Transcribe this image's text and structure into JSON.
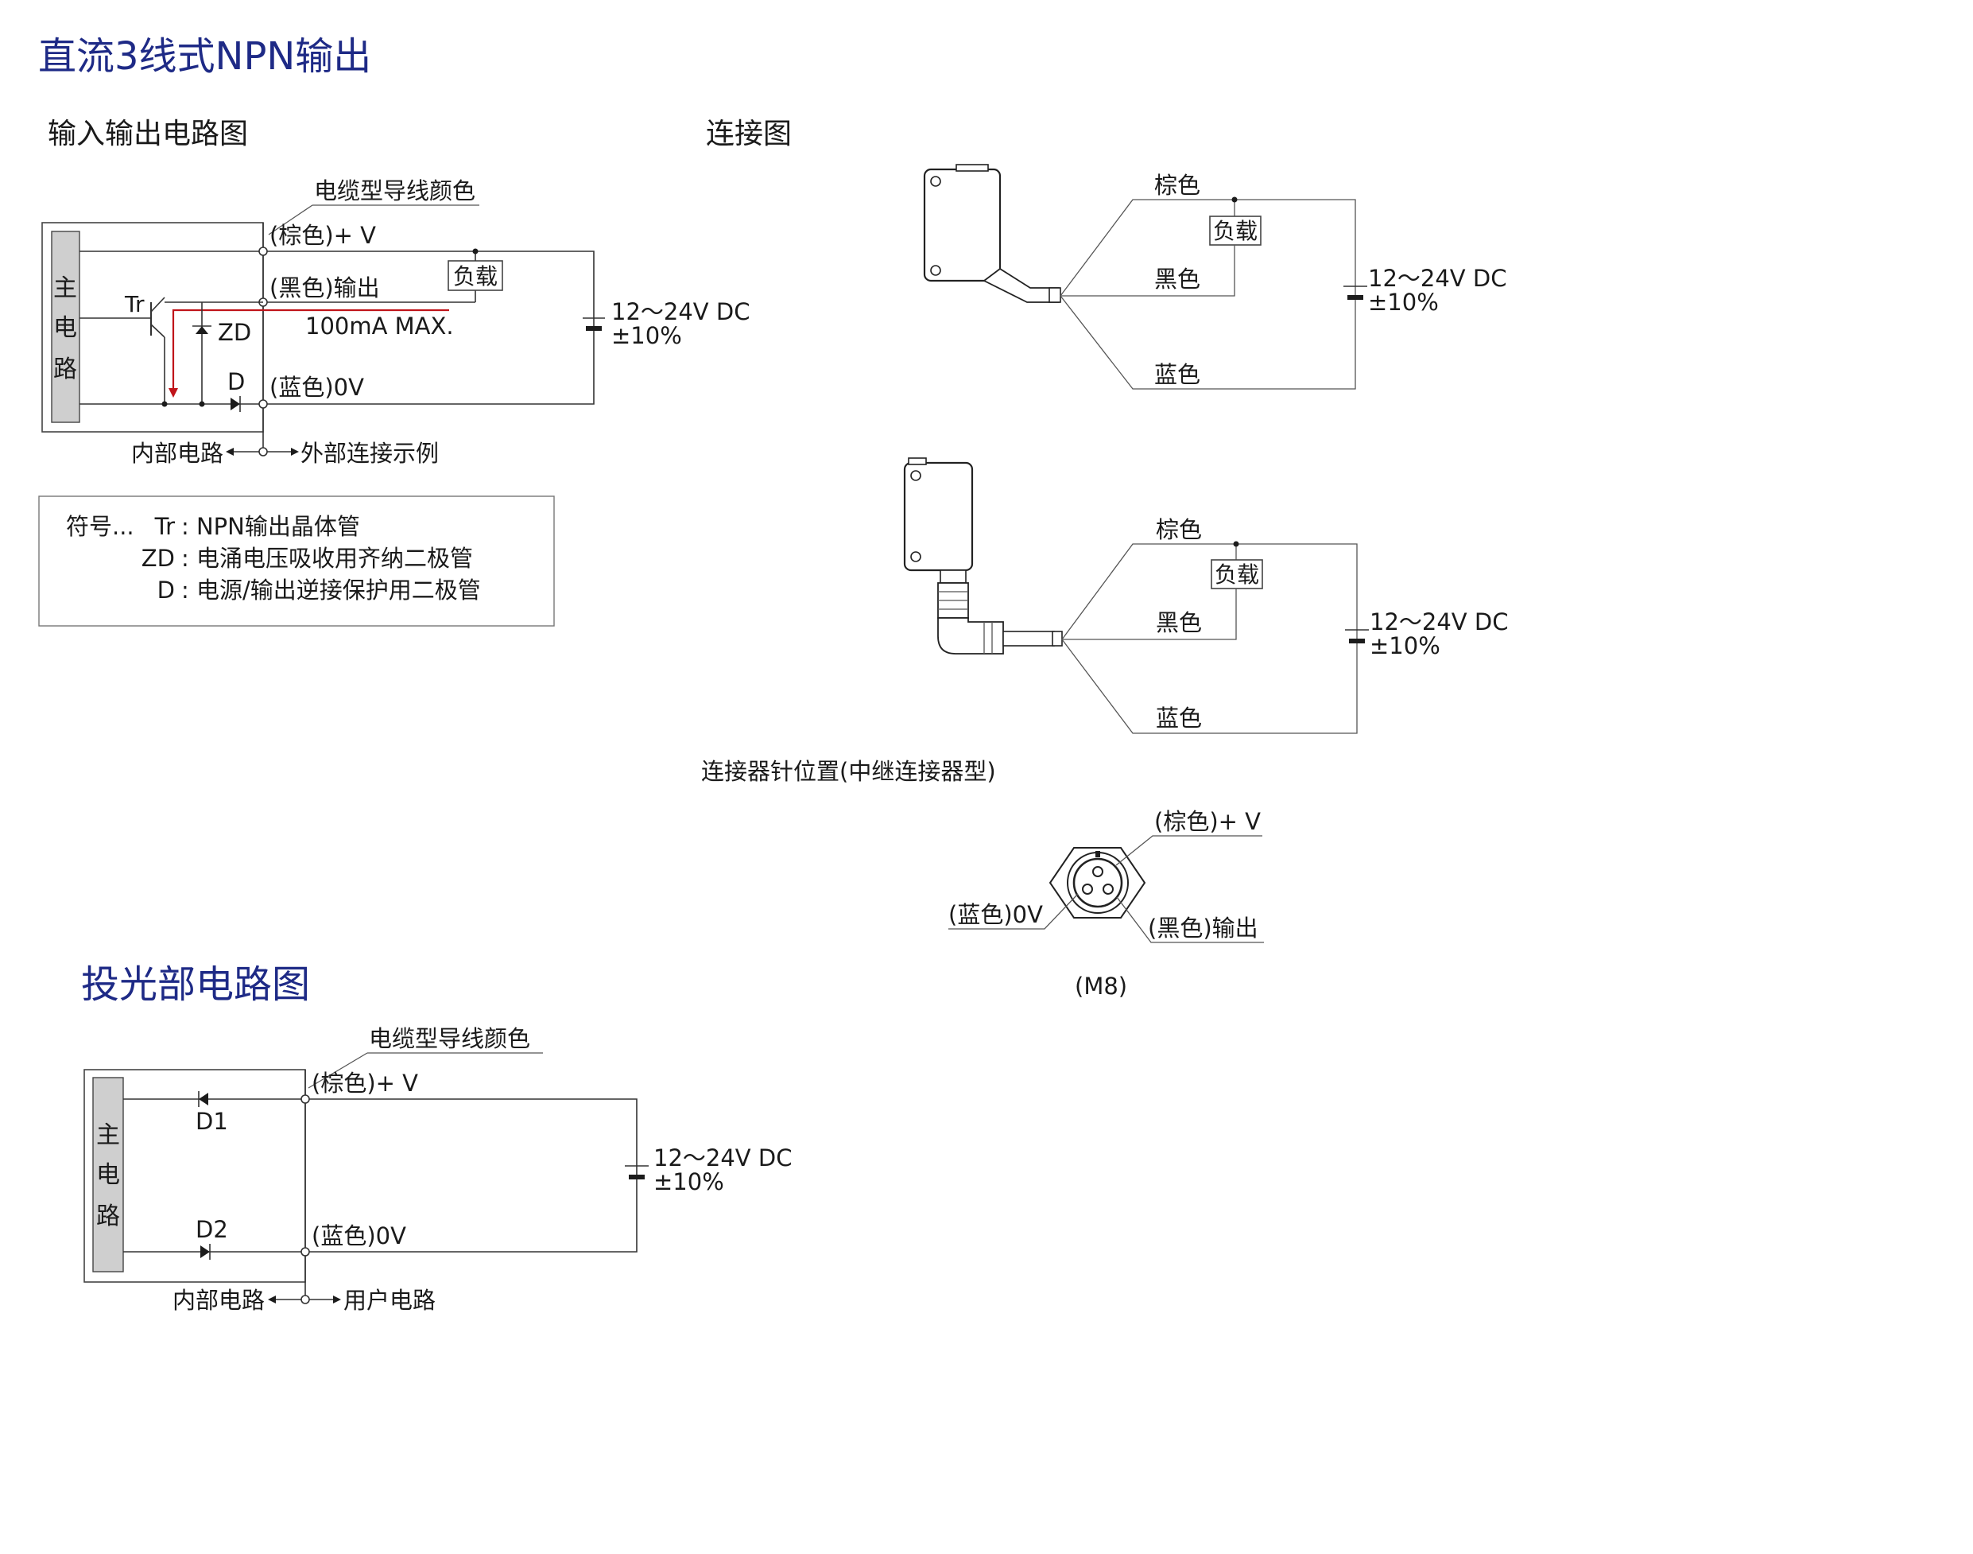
{
  "titles": {
    "main": "直流3线式NPN输出",
    "io_circuit": "输入输出电路图",
    "connection": "连接图",
    "emitter": "投光部电路图",
    "pin_position": "连接器针位置(中继连接器型)"
  },
  "io_circuit": {
    "wire_color_label": "电缆型导线颜色",
    "main_circuit": [
      "主",
      "电",
      "路"
    ],
    "brown_v": "(棕色)+ V",
    "black_out": "(黑色)输出",
    "blue_0v": "(蓝色)0V",
    "load": "负载",
    "tr": "Tr",
    "zd": "ZD",
    "d": "D",
    "max_current": "100mA MAX.",
    "supply_line1": "12～24V DC",
    "supply_line2": "±10%",
    "internal": "内部电路",
    "external": "外部连接示例"
  },
  "legend": {
    "prefix": "符号...",
    "tr_key": "Tr",
    "tr_desc": ": NPN输出晶体管",
    "zd_key": "ZD",
    "zd_desc": ": 电涌电压吸收用齐纳二极管",
    "d_key": "D",
    "d_desc": ": 电源/输出逆接保护用二极管"
  },
  "connection_cable": {
    "brown": "棕色",
    "black": "黑色",
    "blue": "蓝色",
    "load": "负载",
    "supply_line1": "12～24V DC",
    "supply_line2": "±10%"
  },
  "connection_connector": {
    "brown": "棕色",
    "black": "黑色",
    "blue": "蓝色",
    "load": "负载",
    "supply_line1": "12～24V DC",
    "supply_line2": "±10%"
  },
  "pin": {
    "brown_v": "(棕色)+ V",
    "blue_0v": "(蓝色)0V",
    "black_out": "(黑色)输出",
    "size": "(M8)"
  },
  "emitter": {
    "wire_color_label": "电缆型导线颜色",
    "main_circuit": [
      "主",
      "电",
      "路"
    ],
    "brown_v": "(棕色)+ V",
    "blue_0v": "(蓝色)0V",
    "d1": "D1",
    "d2": "D2",
    "supply_line1": "12～24V DC",
    "supply_line2": "±10%",
    "internal": "内部电路",
    "user": "用户电路"
  },
  "colors": {
    "title": "#1e2a86",
    "highlight": "#c0141a",
    "line": "#333333"
  }
}
